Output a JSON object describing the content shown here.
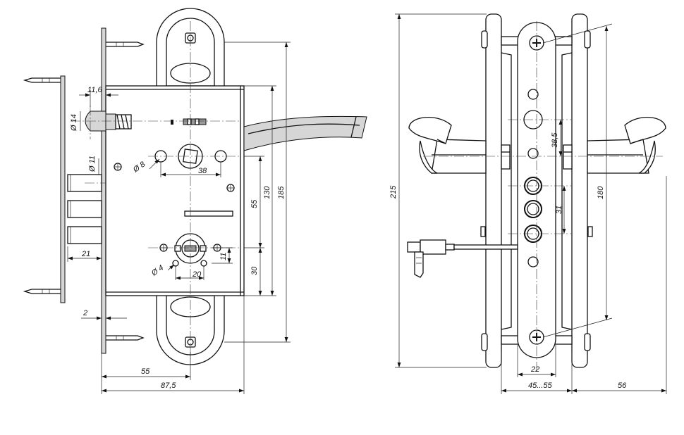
{
  "dimensions": {
    "d_11_6": "11,6",
    "d_phi14": "Ø 14",
    "d_phi11": "Ø 11",
    "d_phi8": "Ø 8",
    "d_38": "38",
    "d_21": "21",
    "d_2": "2",
    "d_phi4": "Ø 4",
    "d_20": "20",
    "d_11": "11",
    "d_55_v": "55",
    "d_130": "130",
    "d_185": "185",
    "d_30": "30",
    "d_55_h": "55",
    "d_87_5": "87,5",
    "d_215": "215",
    "d_38_5": "38,5",
    "d_31": "31",
    "d_180": "180",
    "d_22": "22",
    "d_45_55": "45...55",
    "d_56": "56"
  }
}
